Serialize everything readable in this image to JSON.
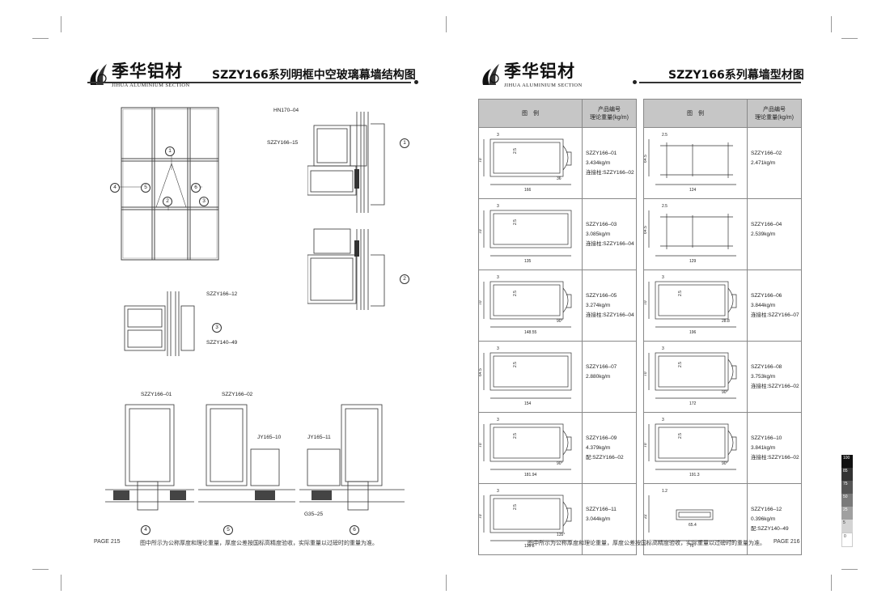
{
  "left": {
    "brand_cn": "季华铝材",
    "brand_en": "JIHUA ALUMINIUM SECTION",
    "title": "SZZY166系列明框中空玻璃幕墙结构图",
    "page_no": "PAGE 215",
    "note": "图中所示为公称厚度和理论重量，厚度公差按国标高精度验收，实际重量以过磅时的重量为准。",
    "labels": {
      "hn170_04": "HN170–04",
      "szzy166_15": "SZZY166–15",
      "szzy166_12": "SZZY166–12",
      "szzy140_49": "SZZY140–49",
      "szzy166_01": "SZZY166–01",
      "szzy166_02": "SZZY166–02",
      "jy165_10": "JY165–10",
      "jy165_11": "JY165–11",
      "g35_25": "G35–25"
    },
    "markers": [
      "1",
      "2",
      "3",
      "4",
      "5",
      "6"
    ]
  },
  "right": {
    "brand_cn": "季华铝材",
    "brand_en": "JIHUA ALUMINIUM SECTION",
    "title": "SZZY166系列幕墙型材图",
    "page_no": "PAGE 216",
    "note": "图中所示为公称厚度和理论重量，厚度公差按国标高精度验收，实际重量以过磅时的重量为准。",
    "header_legend": "图　例",
    "header_code_1": "产品编号",
    "header_code_2": "理论重量(kg/m)",
    "left_column": [
      {
        "code": "SZZY166–01",
        "weight": "3.434kg/m",
        "note": "连接柱:SZZY166–02",
        "dims": {
          "w": "166",
          "h": "70",
          "t": "3",
          "t2": "2.5",
          "extra": "36"
        }
      },
      {
        "code": "SZZY166–03",
        "weight": "3.085kg/m",
        "note": "连接柱:SZZY166–04",
        "dims": {
          "w": "135",
          "h": "70",
          "t": "3",
          "t2": "2.5"
        }
      },
      {
        "code": "SZZY166–05",
        "weight": "3.274kg/m",
        "note": "连接柱:SZZY166–04",
        "dims": {
          "w": "148.55",
          "h": "70",
          "t": "3",
          "t2": "2.5",
          "extra": "90°"
        }
      },
      {
        "code": "SZZY166–07",
        "weight": "2.880kg/m",
        "note": "",
        "dims": {
          "w": "154",
          "h": "64.5",
          "t": "3",
          "t2": "2.5"
        }
      },
      {
        "code": "SZZY166–09",
        "weight": "4.379kg/m",
        "note": "配:SZZY166–02",
        "dims": {
          "w": "181.94",
          "h": "70",
          "t": "3",
          "t2": "2.5",
          "extra": "90°"
        }
      },
      {
        "code": "SZZY166–11",
        "weight": "3.044kg/m",
        "note": "",
        "dims": {
          "w": "135.8",
          "h": "70",
          "t": "3",
          "t2": "2.5",
          "extra": "135°"
        }
      }
    ],
    "right_column": [
      {
        "code": "SZZY166–02",
        "weight": "2.471kg/m",
        "note": "",
        "dims": {
          "w": "124",
          "h": "64.5",
          "t": "2.5"
        }
      },
      {
        "code": "SZZY166–04",
        "weight": "2.539kg/m",
        "note": "",
        "dims": {
          "w": "129",
          "h": "64.5",
          "t": "2.5"
        }
      },
      {
        "code": "SZZY166–06",
        "weight": "3.844kg/m",
        "note": "连接柱:SZZY166–07",
        "dims": {
          "w": "196",
          "h": "70",
          "t": "3",
          "t2": "2.5",
          "extra": "28.8"
        }
      },
      {
        "code": "SZZY166–08",
        "weight": "3.753kg/m",
        "note": "连接柱:SZZY166–02",
        "dims": {
          "w": "172",
          "h": "70",
          "t": "3",
          "t2": "2.5",
          "extra": "90°"
        }
      },
      {
        "code": "SZZY166–10",
        "weight": "3.841kg/m",
        "note": "连接柱:SZZY166–02",
        "dims": {
          "w": "191.3",
          "h": "70",
          "t": "3",
          "t2": "2.5",
          "extra": "90°"
        }
      },
      {
        "code": "SZZY166–12",
        "weight": "0.396kg/m",
        "note": "配:SZZY140–49",
        "dims": {
          "w": "70",
          "w2": "65.4",
          "h": "22",
          "t": "1.2"
        }
      }
    ]
  },
  "colorbar": [
    "100",
    "85",
    "75",
    "50",
    "25",
    "5",
    "0"
  ]
}
